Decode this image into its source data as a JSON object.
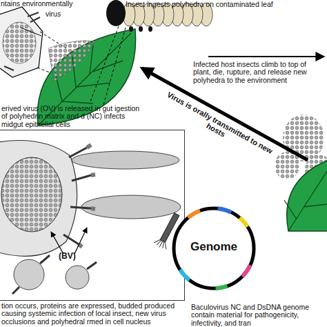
{
  "diagram": {
    "nodes": [
      {
        "text": [
          "(BV)"
        ]
      },
      {
        "text": [
          "Genome"
        ]
      }
    ],
    "labels": [
      "ntains environmentally",
      "virus",
      "Insect ingests polyhedra on contaminated leaf",
      "Infected host insects climb to top of plant, die, rupture, and release new polyhedra to the environment",
      "erived virus (OV) is released in gut igestion of polyhedrin matrix and d (NC) infects midgut epithelial cells",
      "Virus is orally transmitted to new hosts",
      "tion occurs, proteins are expressed, budded produced causing systemic infection of local insect, new virus occlusions and polyhedral rmed in cell nucleus",
      "Baculovirus NC and DsDNA genome contain material for pathogenicity, infectivity, and tran"
    ]
  }
}
